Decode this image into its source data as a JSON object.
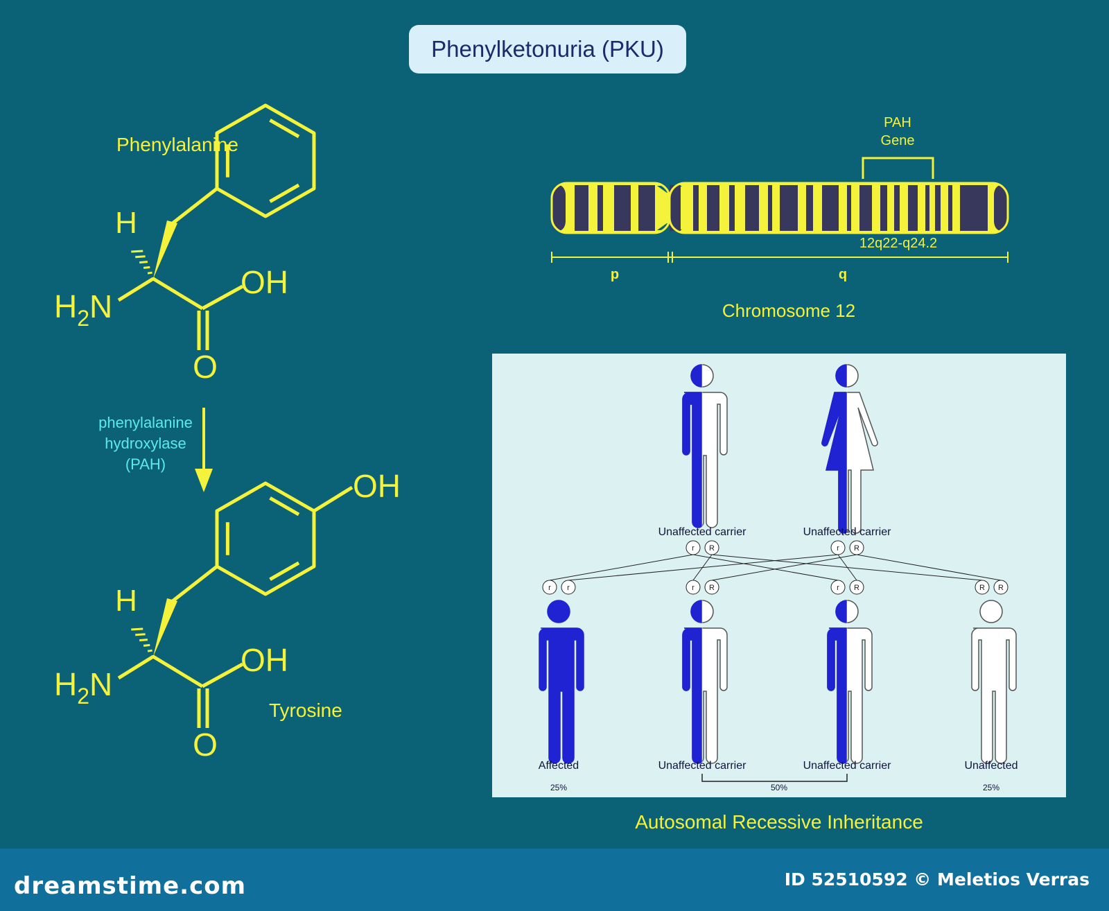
{
  "title": "Phenylketonuria (PKU)",
  "colors": {
    "background": "#0b6277",
    "yellow": "#f4f23a",
    "cyan": "#5de9e9",
    "affected_blue": "#1f23d2",
    "chromosome_band": "#37385c",
    "panel": "#dcf1f1",
    "footer": "#11709b"
  },
  "chemistry": {
    "phenylalanine_label": "Phenylalanine",
    "tyrosine_label": "Tyrosine",
    "group_H": "H",
    "group_H2N": "H",
    "group_H2N_sub": "2",
    "group_H2N_N": "N",
    "group_OH": "OH",
    "group_O": "O",
    "enzyme_lines": [
      "phenylalanine",
      "hydroxylase",
      "(PAH)"
    ]
  },
  "chromosome": {
    "gene_label_1": "PAH",
    "gene_label_2": "Gene",
    "locus": "12q22-q24.2",
    "arm_p": "p",
    "arm_q": "q",
    "name": "Chromosome 12"
  },
  "inheritance": {
    "title": "Autosomal Recessive Inheritance",
    "father_label": "Unaffected carrier",
    "mother_label": "Unaffected carrier",
    "father_alleles": [
      "r",
      "R"
    ],
    "mother_alleles": [
      "r",
      "R"
    ],
    "children": [
      {
        "label": "Affected",
        "alleles": [
          "r",
          "r"
        ],
        "status": "affected"
      },
      {
        "label": "Unaffected carrier",
        "alleles": [
          "r",
          "R"
        ],
        "status": "carrier"
      },
      {
        "label": "Unaffected carrier",
        "alleles": [
          "r",
          "R"
        ],
        "status": "carrier"
      },
      {
        "label": "Unaffected",
        "alleles": [
          "R",
          "R"
        ],
        "status": "unaffected"
      }
    ],
    "pct_affected": "25%",
    "pct_carriers": "50%",
    "pct_unaffected": "25%"
  },
  "footer": {
    "brand": "dreamstime.com",
    "credit": "ID 52510592 © Meletios Verras"
  }
}
